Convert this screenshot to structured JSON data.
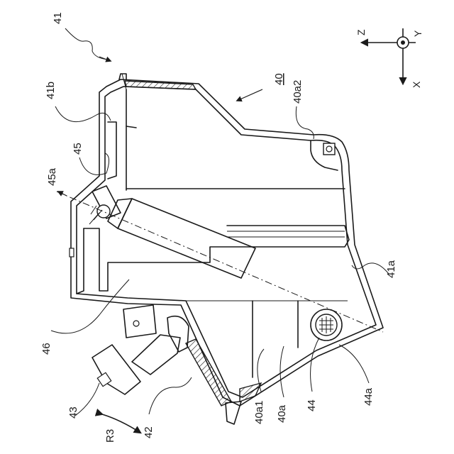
{
  "labels": {
    "l41": "41",
    "l41b": "41b",
    "l40": "40",
    "l40a2": "40a2",
    "l45": "45",
    "l45a": "45a",
    "l41a": "41a",
    "l46": "46",
    "l43": "43",
    "l42": "42",
    "lR3": "R3",
    "l40a1": "40a1",
    "l40a": "40a",
    "l44": "44",
    "l44a": "44a"
  },
  "axes": {
    "z": "Z",
    "y": "Y",
    "x": "X"
  }
}
